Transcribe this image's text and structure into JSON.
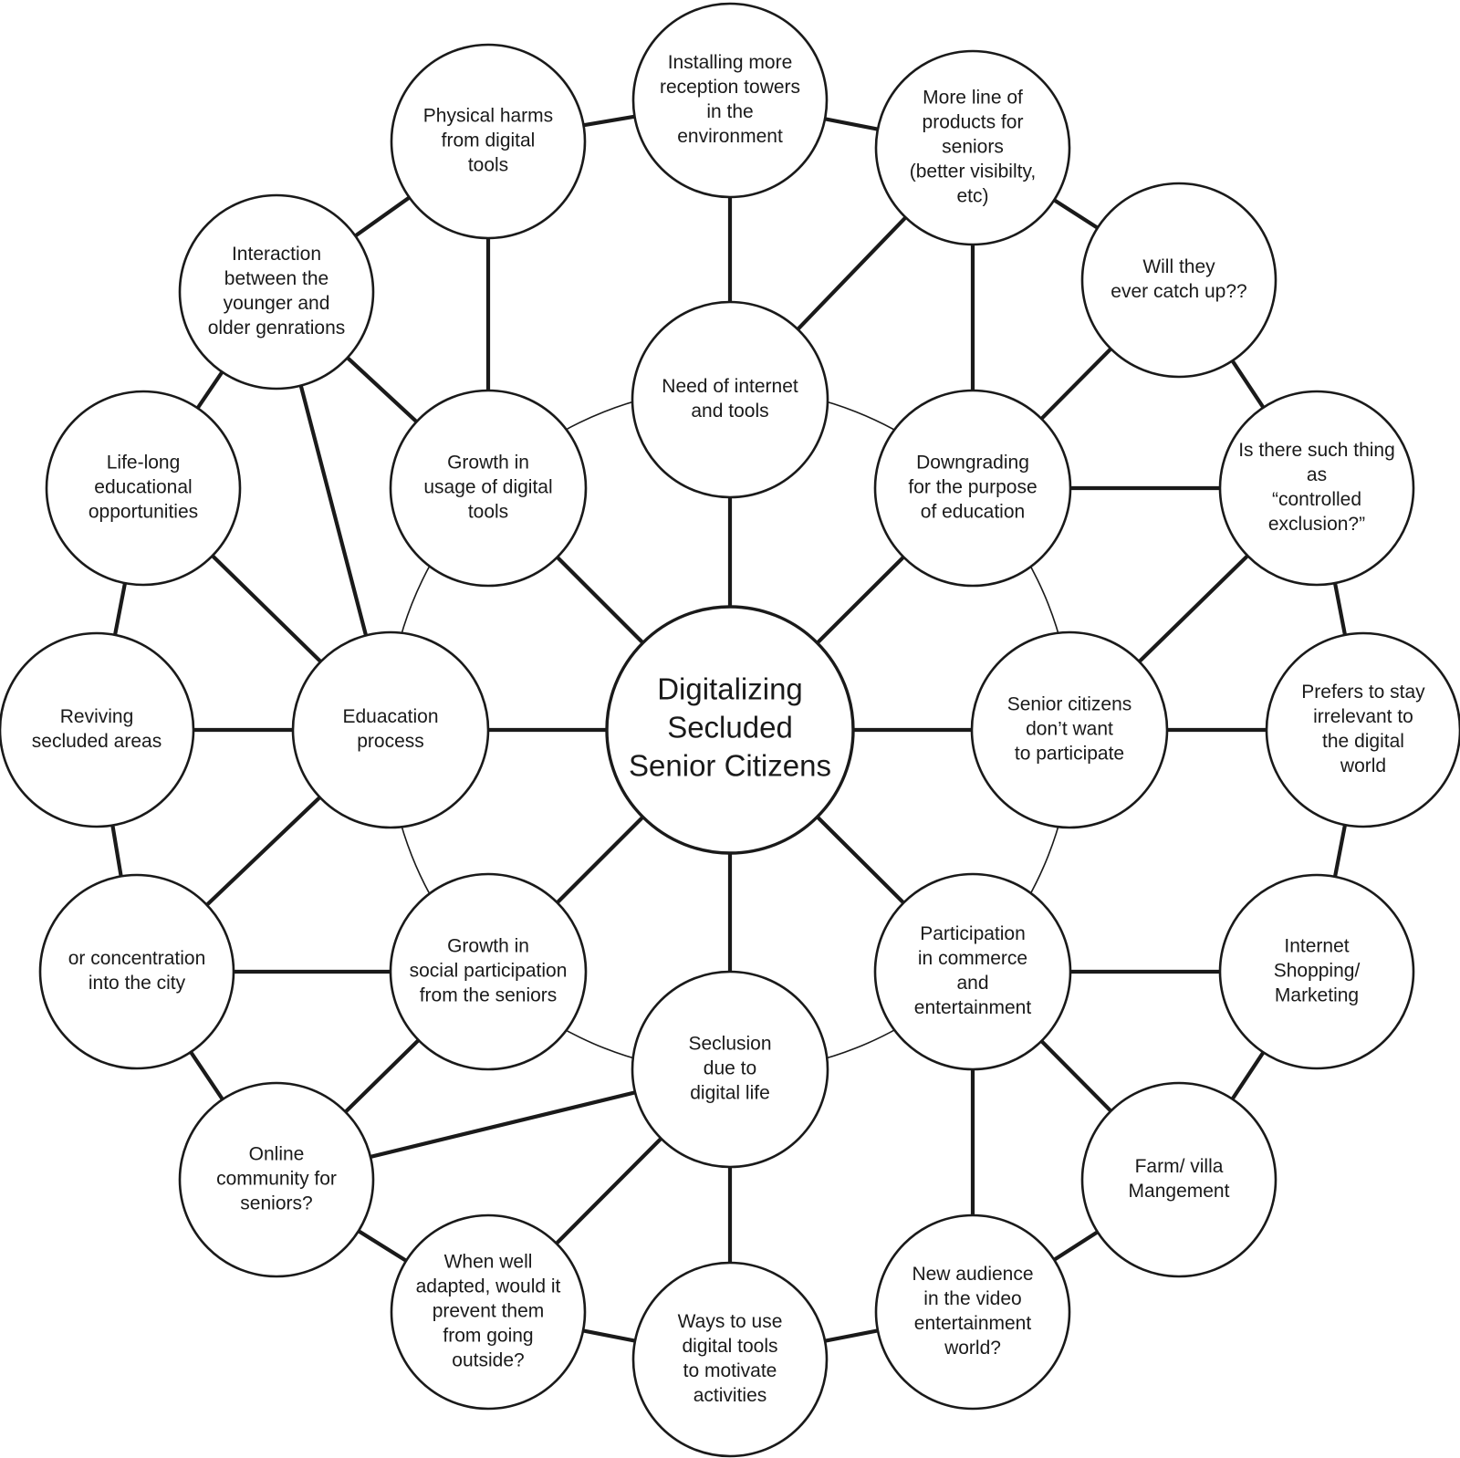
{
  "diagram": {
    "center": {
      "id": "center",
      "lines": [
        "Digitalizing",
        "Secluded",
        "Senior Citizens"
      ]
    },
    "nodes": [
      {
        "id": "need",
        "lines": [
          "Need of internet",
          "and tools"
        ]
      },
      {
        "id": "growth-tools",
        "lines": [
          "Growth in",
          "usage of digital",
          "tools"
        ]
      },
      {
        "id": "downgrading",
        "lines": [
          "Downgrading",
          "for the purpose",
          "of education"
        ]
      },
      {
        "id": "education",
        "lines": [
          "Eduacation",
          "process"
        ]
      },
      {
        "id": "dont-participate",
        "lines": [
          "Senior citizens",
          "don’t want",
          "to participate"
        ]
      },
      {
        "id": "growth-social",
        "lines": [
          "Growth in",
          "social participation",
          "from the seniors"
        ]
      },
      {
        "id": "commerce",
        "lines": [
          "Participation",
          "in commerce",
          "and",
          "entertainment"
        ]
      },
      {
        "id": "seclusion",
        "lines": [
          "Seclusion",
          "due to",
          "digital life"
        ]
      },
      {
        "id": "towers",
        "lines": [
          "Installing more",
          "reception towers",
          "in the",
          "environment"
        ]
      },
      {
        "id": "products",
        "lines": [
          "More line of",
          "products for",
          "seniors",
          "(better visibilty,",
          "etc)"
        ]
      },
      {
        "id": "catch-up",
        "lines": [
          "Will they",
          "ever catch up??"
        ]
      },
      {
        "id": "controlled",
        "lines": [
          "Is there such thing",
          "as",
          "“controlled",
          "exclusion?”"
        ]
      },
      {
        "id": "irrelevant",
        "lines": [
          "Prefers to stay",
          "irrelevant to",
          "the digital",
          "world"
        ]
      },
      {
        "id": "shopping",
        "lines": [
          "Internet",
          "Shopping/",
          "Marketing"
        ]
      },
      {
        "id": "farm",
        "lines": [
          "Farm/ villa",
          "Mangement"
        ]
      },
      {
        "id": "video",
        "lines": [
          "New audience",
          "in the video",
          "entertainment",
          "world?"
        ]
      },
      {
        "id": "motivate",
        "lines": [
          "Ways to use",
          "digital tools",
          "to motivate",
          "activities"
        ]
      },
      {
        "id": "outside",
        "lines": [
          "When well",
          "adapted, would it",
          "prevent them",
          "from going",
          "outside?"
        ]
      },
      {
        "id": "community",
        "lines": [
          "Online",
          "community for",
          "seniors?"
        ]
      },
      {
        "id": "city",
        "lines": [
          "or concentration",
          "into the city"
        ]
      },
      {
        "id": "reviving",
        "lines": [
          "Reviving",
          "secluded areas"
        ]
      },
      {
        "id": "lifelong",
        "lines": [
          "Life-long",
          "educational",
          "opportunities"
        ]
      },
      {
        "id": "interaction",
        "lines": [
          "Interaction",
          "between the",
          "younger and",
          "older genrations"
        ]
      },
      {
        "id": "physical",
        "lines": [
          "Physical harms",
          "from digital",
          "tools"
        ]
      }
    ],
    "thick_edges": [
      [
        "center",
        "need"
      ],
      [
        "center",
        "growth-tools"
      ],
      [
        "center",
        "downgrading"
      ],
      [
        "center",
        "education"
      ],
      [
        "center",
        "dont-participate"
      ],
      [
        "center",
        "growth-social"
      ],
      [
        "center",
        "commerce"
      ],
      [
        "center",
        "seclusion"
      ],
      [
        "need",
        "towers"
      ],
      [
        "need",
        "products"
      ],
      [
        "downgrading",
        "products"
      ],
      [
        "downgrading",
        "catch-up"
      ],
      [
        "downgrading",
        "controlled"
      ],
      [
        "dont-participate",
        "controlled"
      ],
      [
        "dont-participate",
        "irrelevant"
      ],
      [
        "commerce",
        "shopping"
      ],
      [
        "commerce",
        "farm"
      ],
      [
        "commerce",
        "video"
      ],
      [
        "seclusion",
        "motivate"
      ],
      [
        "seclusion",
        "outside"
      ],
      [
        "seclusion",
        "community"
      ],
      [
        "growth-social",
        "community"
      ],
      [
        "growth-social",
        "city"
      ],
      [
        "education",
        "city"
      ],
      [
        "education",
        "reviving"
      ],
      [
        "education",
        "lifelong"
      ],
      [
        "education",
        "interaction"
      ],
      [
        "growth-tools",
        "interaction"
      ],
      [
        "growth-tools",
        "physical"
      ],
      [
        "physical",
        "towers"
      ],
      [
        "towers",
        "products"
      ],
      [
        "products",
        "catch-up"
      ],
      [
        "catch-up",
        "controlled"
      ],
      [
        "controlled",
        "irrelevant"
      ],
      [
        "irrelevant",
        "shopping"
      ],
      [
        "shopping",
        "farm"
      ],
      [
        "farm",
        "video"
      ],
      [
        "video",
        "motivate"
      ],
      [
        "motivate",
        "outside"
      ],
      [
        "outside",
        "community"
      ],
      [
        "community",
        "city"
      ],
      [
        "city",
        "reviving"
      ],
      [
        "reviving",
        "lifelong"
      ],
      [
        "lifelong",
        "interaction"
      ],
      [
        "interaction",
        "physical"
      ]
    ]
  }
}
